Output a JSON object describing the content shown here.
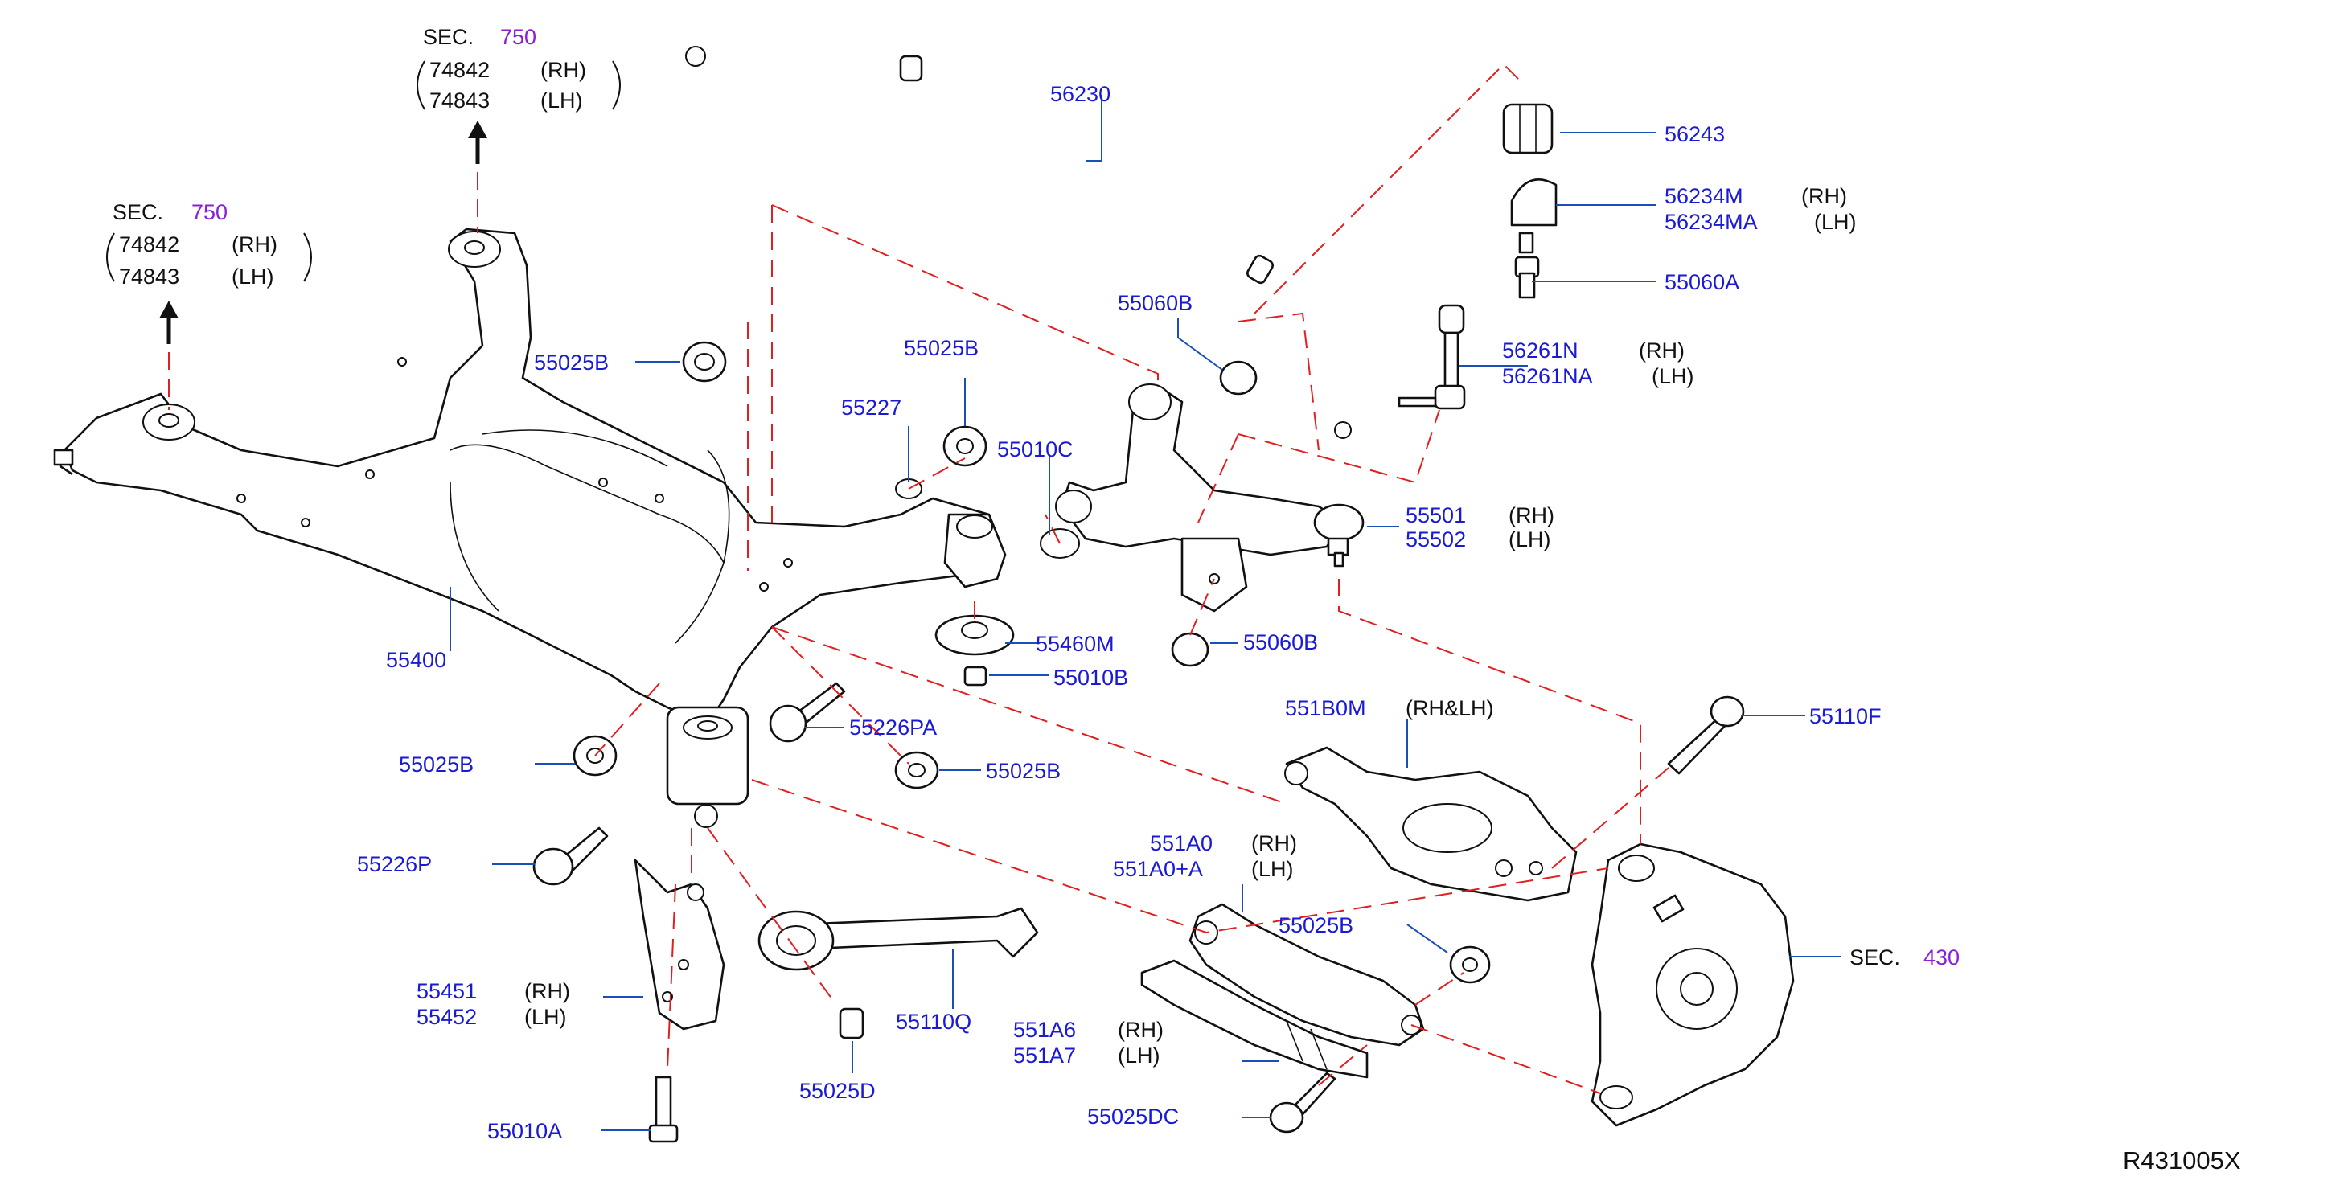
{
  "diagram_code": "R431005X",
  "callouts": [
    {
      "id": "sec750a",
      "sec": "SEC.",
      "num": "750",
      "rows": [
        [
          "74842",
          "(RH)"
        ],
        [
          "74843",
          "(LH)"
        ]
      ]
    },
    {
      "id": "sec750b",
      "sec": "SEC.",
      "num": "750",
      "rows": [
        [
          "74842",
          "(RH)"
        ],
        [
          "74843",
          "(LH)"
        ]
      ]
    },
    {
      "id": "sec430",
      "sec": "SEC.",
      "num": "430"
    }
  ],
  "parts": [
    {
      "id": "p56230",
      "pn": "56230"
    },
    {
      "id": "p56243",
      "pn": "56243"
    },
    {
      "id": "p56234M",
      "pn": "56234M",
      "side": "(RH)"
    },
    {
      "id": "p56234MA",
      "pn": "56234MA",
      "side": "(LH)"
    },
    {
      "id": "p55060A",
      "pn": "55060A"
    },
    {
      "id": "p55060B1",
      "pn": "55060B"
    },
    {
      "id": "p56261N",
      "pn": "56261N",
      "side": "(RH)"
    },
    {
      "id": "p56261NA",
      "pn": "56261NA",
      "side": "(LH)"
    },
    {
      "id": "p55025B1",
      "pn": "55025B"
    },
    {
      "id": "p55025B2",
      "pn": "55025B"
    },
    {
      "id": "p55227",
      "pn": "55227"
    },
    {
      "id": "p55010C",
      "pn": "55010C"
    },
    {
      "id": "p55501",
      "pn": "55501",
      "side": "(RH)"
    },
    {
      "id": "p55502",
      "pn": "55502",
      "side": "(LH)"
    },
    {
      "id": "p55460M",
      "pn": "55460M"
    },
    {
      "id": "p55010B",
      "pn": "55010B"
    },
    {
      "id": "p55060B2",
      "pn": "55060B"
    },
    {
      "id": "p55400",
      "pn": "55400"
    },
    {
      "id": "p55025B3",
      "pn": "55025B"
    },
    {
      "id": "p55226PA",
      "pn": "55226PA"
    },
    {
      "id": "p55025B4",
      "pn": "55025B"
    },
    {
      "id": "p551B0M",
      "pn": "551B0M",
      "side": "(RH&LH)"
    },
    {
      "id": "p55110F",
      "pn": "55110F"
    },
    {
      "id": "p55226P",
      "pn": "55226P"
    },
    {
      "id": "p551A0",
      "pn": "551A0",
      "side": "(RH)"
    },
    {
      "id": "p551A0A",
      "pn": "551A0+A",
      "side": "(LH)"
    },
    {
      "id": "p55025B5",
      "pn": "55025B"
    },
    {
      "id": "p55451",
      "pn": "55451",
      "side": "(RH)"
    },
    {
      "id": "p55452",
      "pn": "55452",
      "side": "(LH)"
    },
    {
      "id": "p55110Q",
      "pn": "55110Q"
    },
    {
      "id": "p551A6",
      "pn": "551A6",
      "side": "(RH)"
    },
    {
      "id": "p551A7",
      "pn": "551A7",
      "side": "(LH)"
    },
    {
      "id": "p55025D",
      "pn": "55025D"
    },
    {
      "id": "p55010A",
      "pn": "55010A"
    },
    {
      "id": "p55025DC",
      "pn": "55025DC"
    }
  ]
}
